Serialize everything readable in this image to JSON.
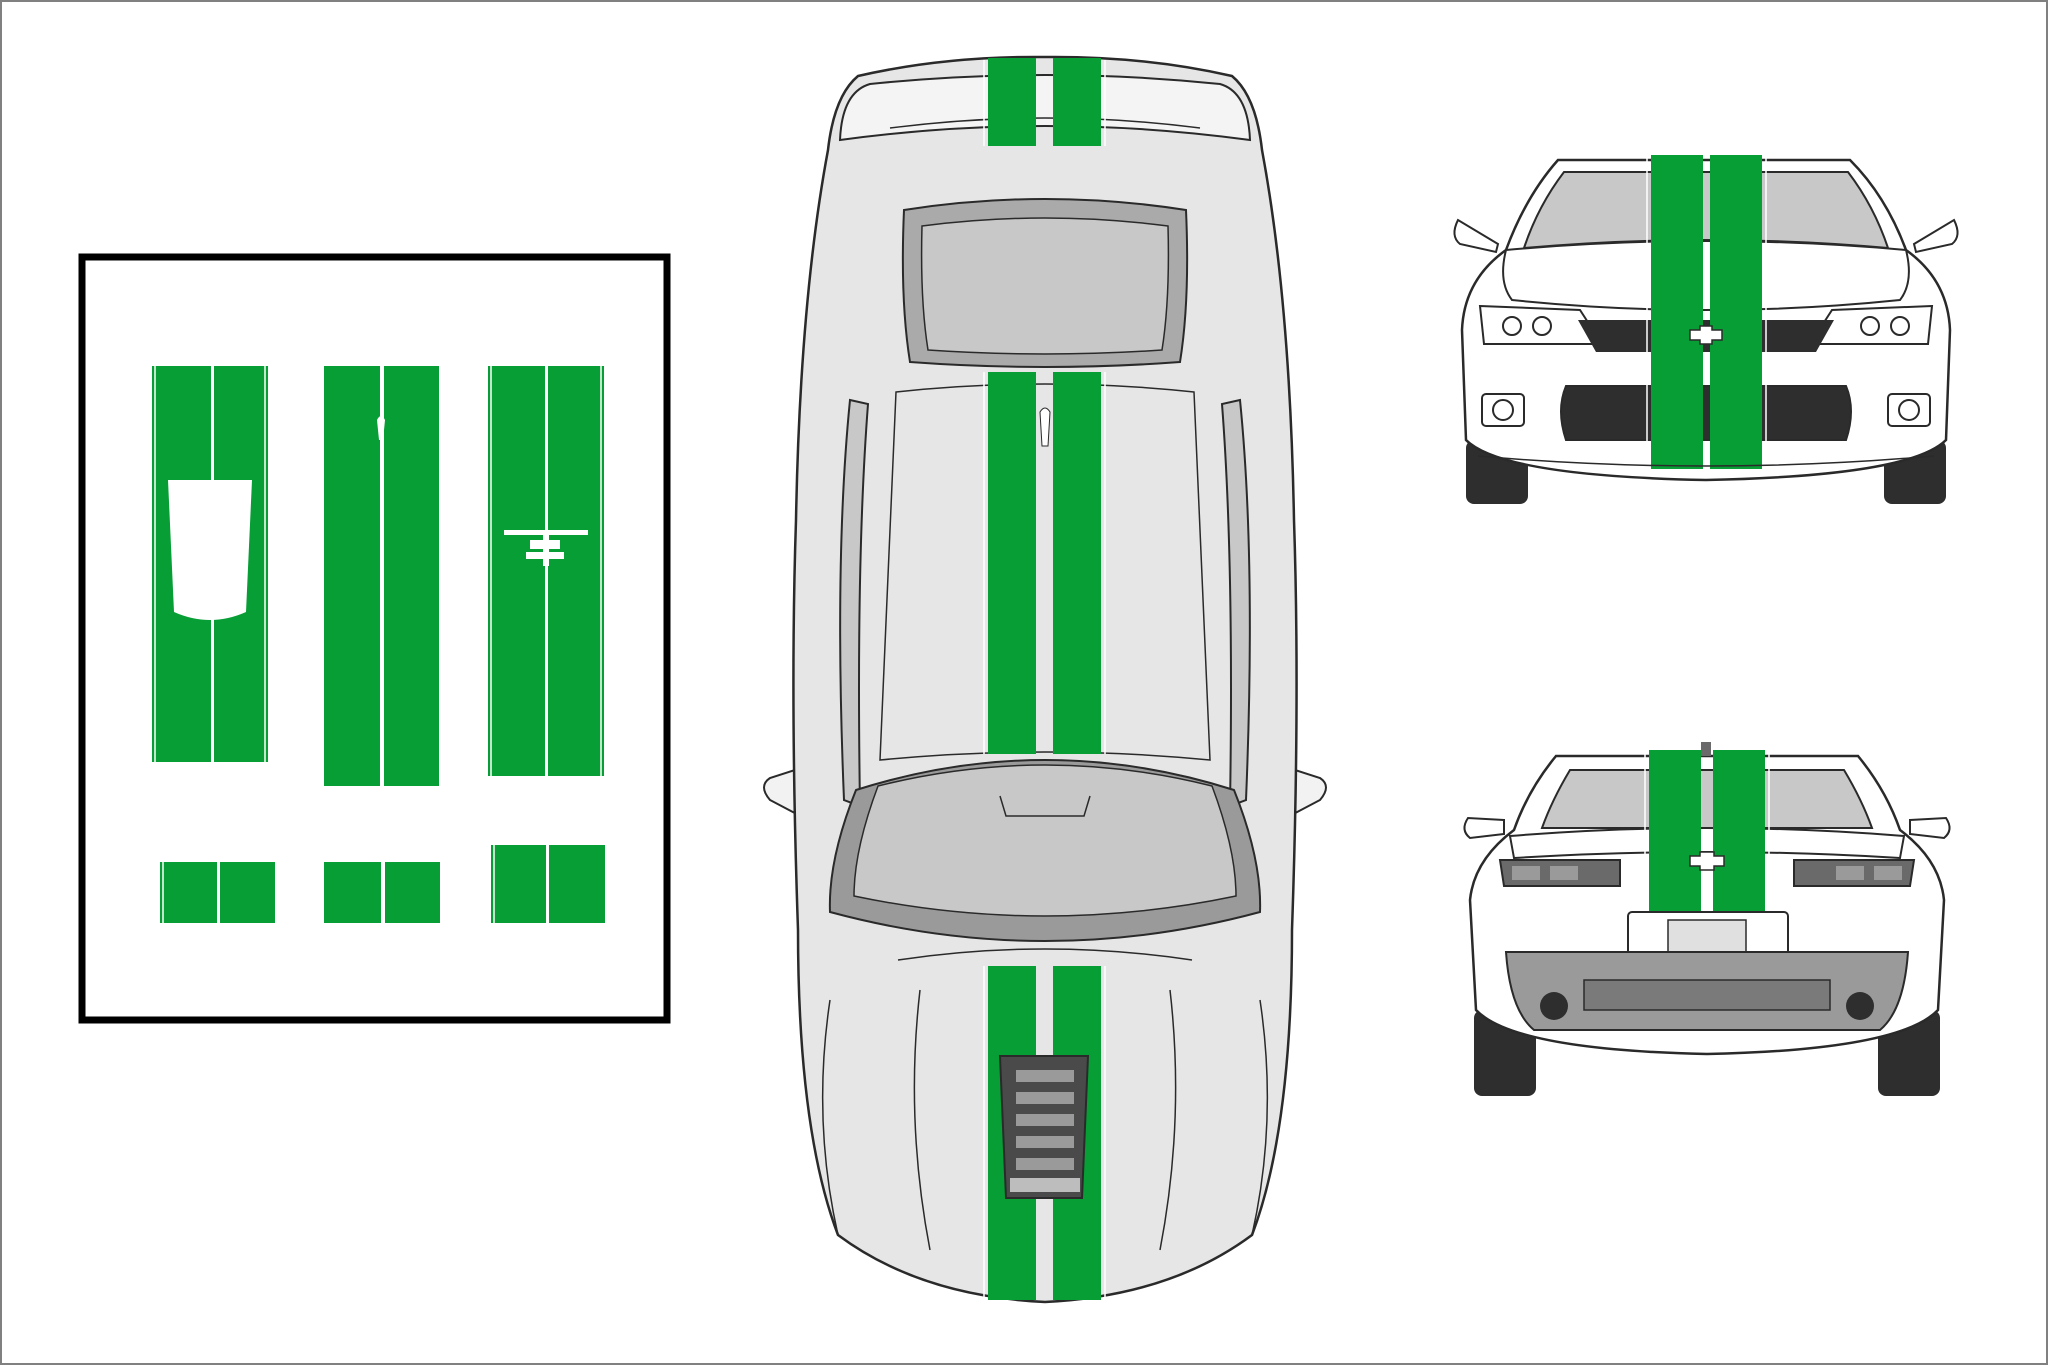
{
  "colors": {
    "stripe": "#069e35",
    "body": "#e6e6e6",
    "glass": "#c8c8c8",
    "outline": "#2a2a2a",
    "dark": "#2e2e2e",
    "page_border": "#808080",
    "frame": "#000000"
  },
  "views": {
    "kit_panel": "decal-kit-layout",
    "top": "car-top-view",
    "front": "car-front-view",
    "rear": "car-rear-view"
  }
}
